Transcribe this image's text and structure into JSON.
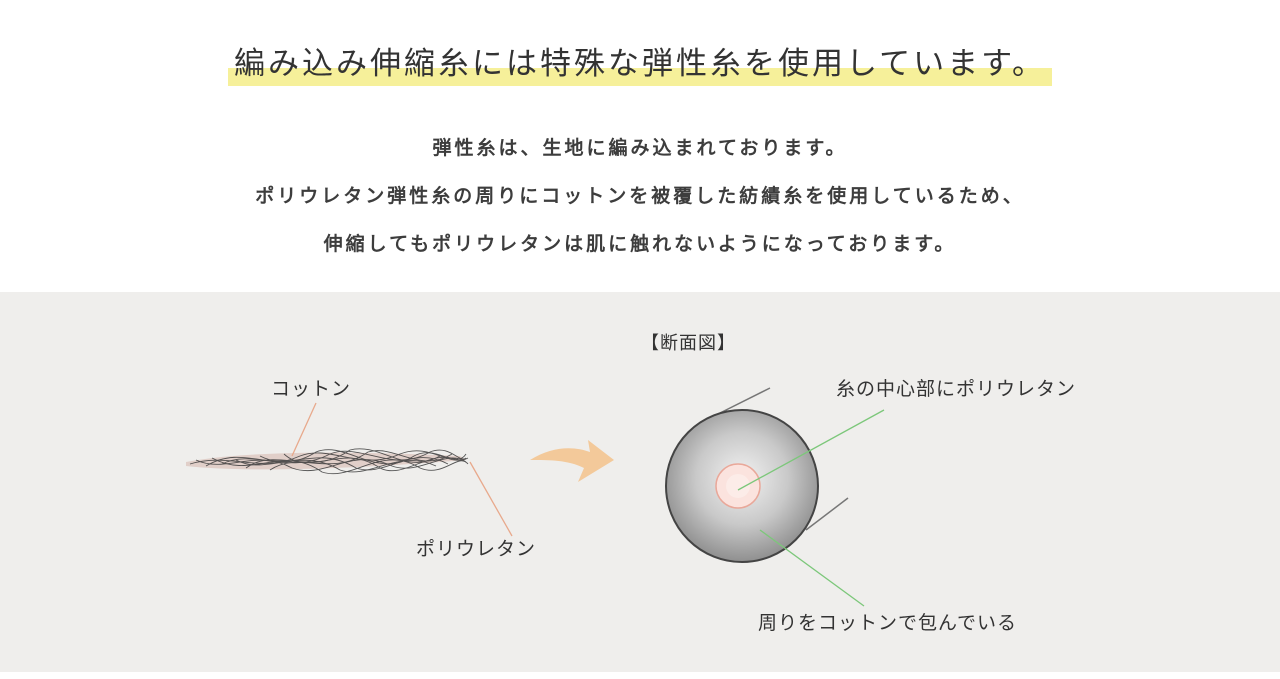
{
  "headline": "編み込み伸縮糸には特殊な弾性糸を使用しています。",
  "intro": [
    "弾性糸は、生地に編み込まれております。",
    "ポリウレタン弾性糸の周りにコットンを被覆した紡績糸を使用しているため、",
    "伸縮してもポリウレタンは肌に触れないようになっております。"
  ],
  "diagram": {
    "section_title": "【断面図】",
    "left_labels": {
      "cotton": "コットン",
      "polyurethane": "ポリウレタン"
    },
    "right_labels": {
      "core": "糸の中心部にポリウレタン",
      "wrap": "周りをコットンで包んでいる"
    },
    "colors": {
      "panel_bg": "#efeeec",
      "highlight": "#f6f09a",
      "arrow": "#f3c99a",
      "leader_line_left": "#e8a98c",
      "leader_line_right": "#7cc77a",
      "core_fill": "#fbe3de",
      "core_stroke": "#e9a89a"
    },
    "icons": [
      "yarn-strand-illustration",
      "curved-arrow-icon",
      "yarn-cross-section-illustration"
    ]
  }
}
